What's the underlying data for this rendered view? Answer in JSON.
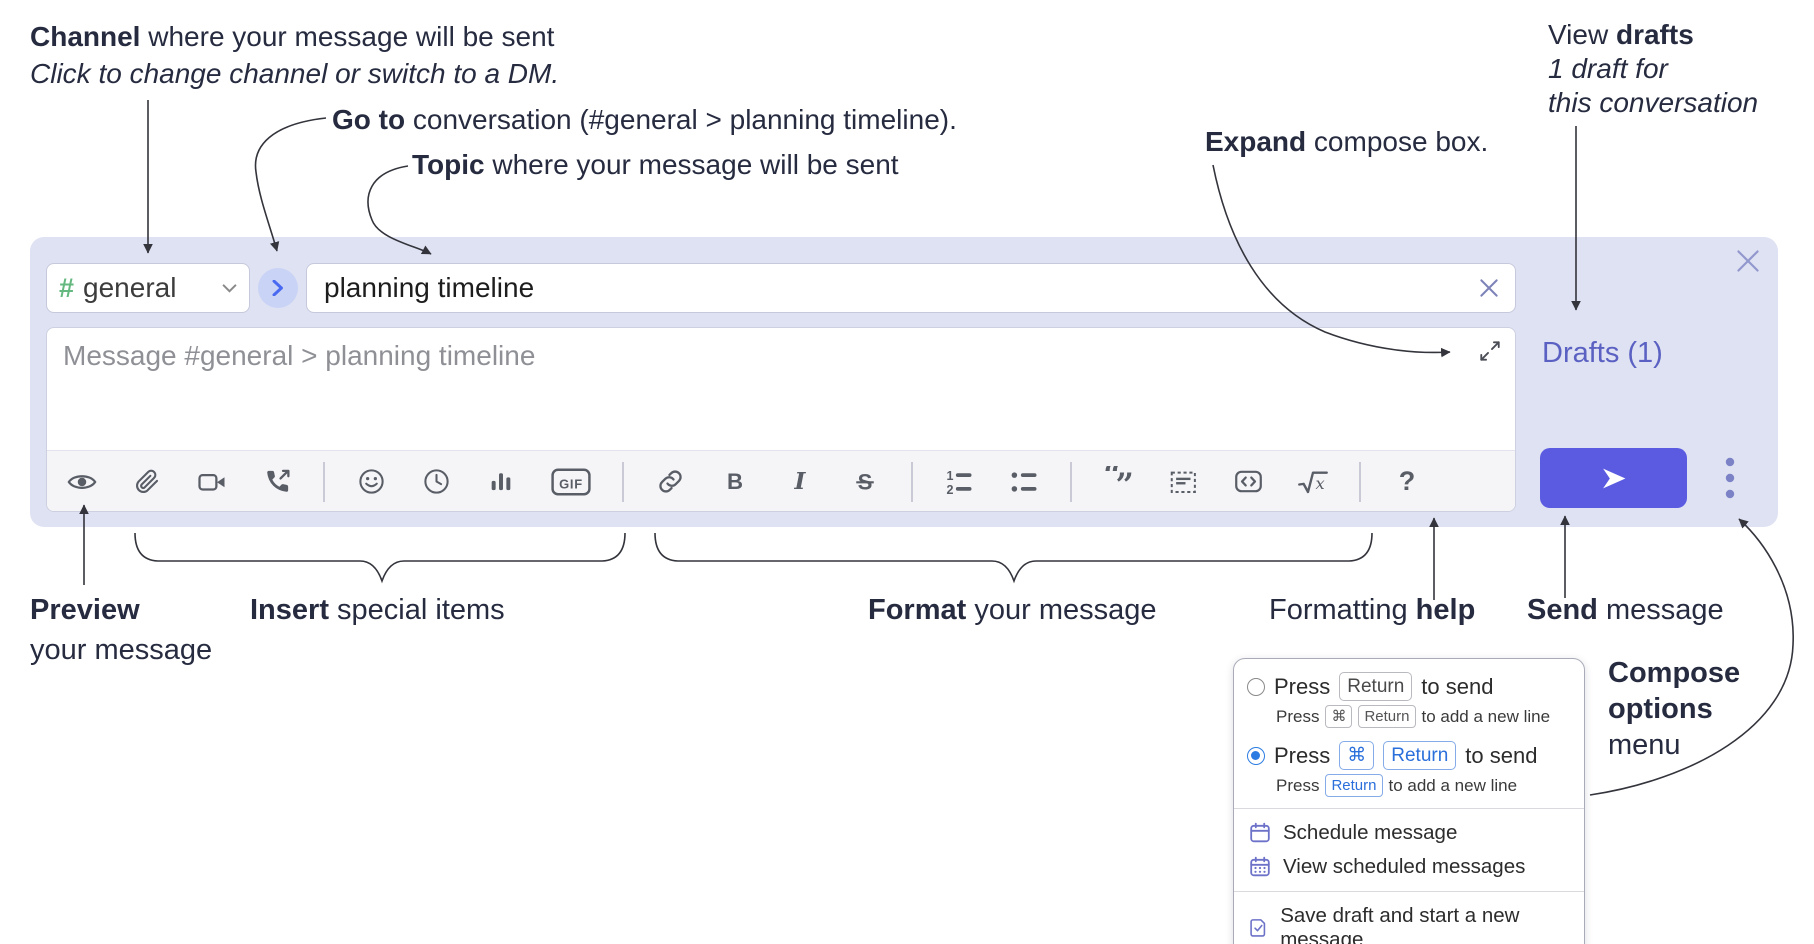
{
  "annotations": {
    "channel": {
      "lead_bold": "Channel",
      "rest": " where your message will be sent",
      "line2_italic": "Click to change channel or switch to a DM."
    },
    "go_to": {
      "lead_bold": "Go to",
      "rest": " conversation (#general > planning timeline)."
    },
    "topic": {
      "lead_bold": "Topic",
      "rest": " where your message will be sent"
    },
    "expand": {
      "lead_bold": "Expand",
      "rest": " compose box."
    },
    "view_drafts": {
      "line1_pre": "View ",
      "line1_bold": "drafts",
      "line2_italic": "1 draft for",
      "line3_italic": "this conversation"
    },
    "preview": {
      "line1_bold": "Preview",
      "line2": "your message"
    },
    "insert": {
      "lead_bold": "Insert",
      "rest": " special items"
    },
    "format": {
      "lead_bold": "Format",
      "rest": " your message"
    },
    "formatting_help": {
      "pre": "Formatting ",
      "bold": "help"
    },
    "send": {
      "lead_bold": "Send",
      "rest": " message"
    },
    "compose_options": {
      "line1_bold": "Compose",
      "line2_bold": "options",
      "line3": "menu"
    }
  },
  "compose_box": {
    "channel_selector": {
      "hash_icon": "#",
      "label": "general"
    },
    "topic_input": {
      "value": "planning timeline"
    },
    "message_input": {
      "placeholder": "Message #general > planning timeline"
    },
    "drafts_link_label": "Drafts (1)",
    "toolbar_glyphs": {
      "gif": "GIF",
      "bold": "B",
      "italic": "I",
      "strike": "S",
      "ol_num1": "1",
      "ol_num2": "2",
      "quote_open": "“",
      "quote_close": "”",
      "math_x": "x",
      "help": "?"
    }
  },
  "compose_options_menu": {
    "return_to_send": {
      "press": "Press",
      "key": "Return",
      "suffix": "to send",
      "sub_press": "Press",
      "sub_key1": "⌘",
      "sub_key2": "Return",
      "sub_suffix": "to add a new line"
    },
    "cmd_return_to_send": {
      "press": "Press",
      "key1": "⌘",
      "key2": "Return",
      "suffix": "to send",
      "sub_press": "Press",
      "sub_key": "Return",
      "sub_suffix": "to add a new line"
    },
    "items": [
      {
        "label": "Schedule message"
      },
      {
        "label": "View scheduled messages"
      },
      {
        "label": "Save draft and start a new message"
      }
    ]
  },
  "colors": {
    "accent_indigo": "#5a5be0",
    "lavender_bg": "#dfe2f2",
    "link_purple": "#5a61c2",
    "kbd_blue": "#2a6fdb",
    "menu_icon_purple": "#6d72c9",
    "radio_selected_blue": "#2b7ce2",
    "hash_green": "#65b880",
    "annotation_navy": "#262b40"
  }
}
